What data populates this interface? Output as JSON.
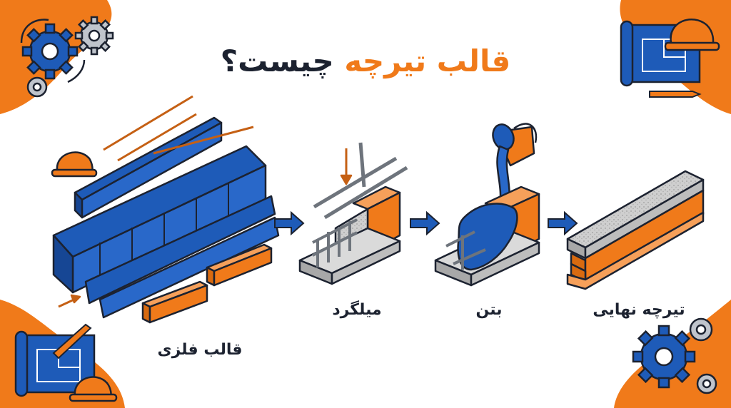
{
  "title": {
    "highlight": "قالب تیرچه",
    "rest": "چیست؟"
  },
  "steps": [
    {
      "label": "قالب فلزی"
    },
    {
      "label": "میلگرد"
    },
    {
      "label": "بتن"
    },
    {
      "label": "تیرچه نهایی"
    }
  ],
  "colors": {
    "orange": "#F07A1A",
    "blue": "#1E5BB8",
    "dark": "#1C2230",
    "concrete": "#C9C9C9"
  },
  "icons": [
    "gears-icon",
    "blueprint-icon",
    "hard-hat-icon",
    "pencil-icon",
    "arrow-right-icon",
    "bucket-icon"
  ]
}
